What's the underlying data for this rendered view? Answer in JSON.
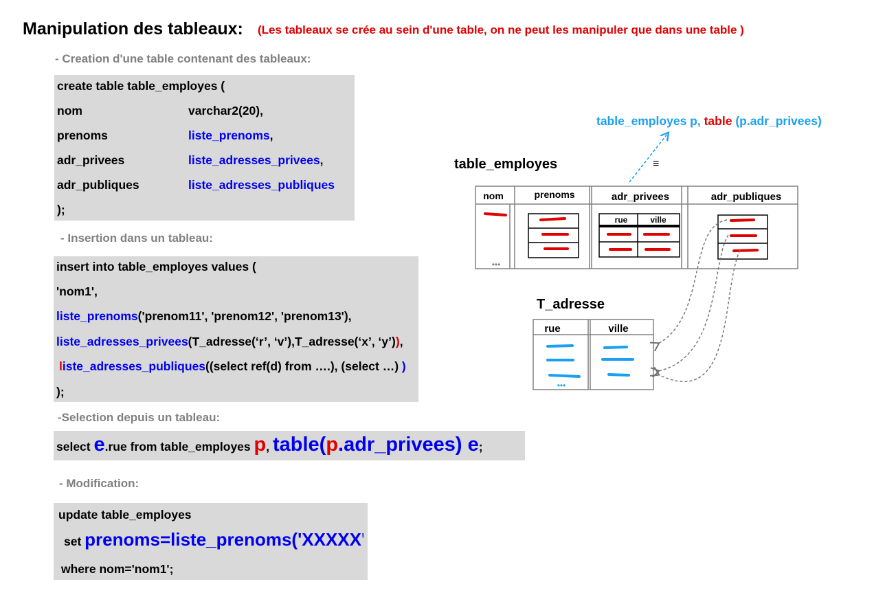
{
  "header": {
    "title": "Manipulation des tableaux:",
    "note": "(Les tableaux  se crée  au sein d'une table, on ne peut les manipuler que dans une table )"
  },
  "sections": {
    "creation": "- Creation d'une table contenant des tableaux:",
    "insertion": "- Insertion dans un tableau:",
    "selection": "-Selection depuis un tableau:",
    "modification": "- Modification:"
  },
  "create_block": {
    "line1": "create table table_employes (",
    "rows": [
      {
        "name": "nom",
        "type": "varchar2(20),"
      },
      {
        "name": "prenoms",
        "type": "liste_prenoms",
        "suffix": ","
      },
      {
        "name": "adr_privees",
        "type": "liste_adresses_privees",
        "suffix": ","
      },
      {
        "name": "adr_publiques",
        "type": "liste_adresses_publiques",
        "suffix": ""
      }
    ],
    "close": ");"
  },
  "insert_block": {
    "line1": "insert into table_employes values (",
    "line2": "'nom1',",
    "line3_fn": "liste_prenoms",
    "line3_args": "('prenom11', 'prenom12', 'prenom13'),",
    "line4_fn": "liste_adresses_privees",
    "line4_open": "(",
    "line4_args": "T_adresse(‘r’, ‘v’),T_adresse(‘x’, ‘y’)",
    "line4_close": ")",
    "line4_comma": ",",
    "line5_first": "l",
    "line5_fn": "iste_adresses_publiques",
    "line5_open": "(",
    "line5_args": "(select ref(d) from ….), (select …) ",
    "line5_close": ")",
    "close": ");"
  },
  "select_block": {
    "select_kw": "select ",
    "e1": "e",
    "middle": ".rue from table_employes ",
    "p1": "p",
    "comma": ", ",
    "table_kw": "table(",
    "p2": "p",
    "path": ".adr_privees) e",
    "end": ";"
  },
  "update_block": {
    "line1": "update table_employes",
    "set_kw": "set ",
    "set_expr": "prenoms=liste_prenoms('XXXXX')",
    "line3": "where nom='nom1';"
  },
  "diagram": {
    "arrow_label_a": "table_employes p,",
    "arrow_label_b": "table",
    "arrow_label_c": "(p.adr_privees)",
    "equiv": "≡",
    "table_name": "table_employes",
    "columns": [
      "nom",
      "prenoms",
      "adr_privees",
      "adr_publiques"
    ],
    "nested_columns": [
      "rue",
      "ville"
    ],
    "type_name": "T_adresse",
    "type_columns": [
      "rue",
      "ville"
    ],
    "ellipsis": "•••"
  },
  "colors": {
    "code_bg": "#d9d9d9",
    "keyword_blue": "#0000ee",
    "accent_red": "#e00000",
    "light_blue": "#1aa0f0",
    "section_grey": "#808080"
  }
}
